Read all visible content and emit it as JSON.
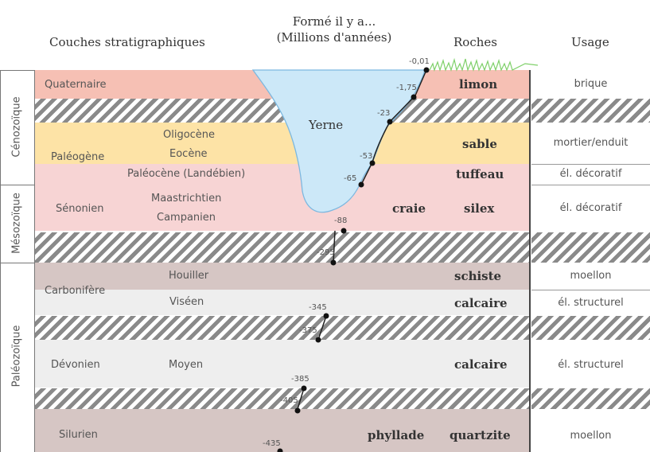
{
  "headers": {
    "layers": "Couches stratigraphiques",
    "formed_line1": "Formé il y a...",
    "formed_line2": "(Millions d'années)",
    "rocks": "Roches",
    "usage": "Usage"
  },
  "eras": {
    "cenozoic": "Cénozoïque",
    "mesozoic": "Mésozoïque",
    "paleozoic": "Paléozoïque"
  },
  "layers": {
    "quaternaire": "Quaternaire",
    "oligocene": "Oligocène",
    "paleogene": "Paléogène",
    "eocene": "Eocène",
    "paleocene": "Paléocène (Landébien)",
    "maastrichtien": "Maastrichtien",
    "senonien": "Sénonien",
    "campanien": "Campanien",
    "houiller": "Houiller",
    "carbonifere": "Carbonifère",
    "viseen": "Viséen",
    "devonien": "Dévonien",
    "moyen": "Moyen",
    "silurien": "Silurien"
  },
  "river": "Yerne",
  "rocks": {
    "limon": "limon",
    "sable": "sable",
    "tuffeau": "tuffeau",
    "craie": "craie",
    "silex": "silex",
    "schiste": "schiste",
    "calcaire1": "calcaire",
    "calcaire2": "calcaire",
    "phyllade": "phyllade",
    "quartzite": "quartzite"
  },
  "usage": {
    "brique": "brique",
    "mortier": "mortier/enduit",
    "decoratif1": "él. décoratif",
    "decoratif2": "él. décoratif",
    "moellon1": "moellon",
    "structurel1": "él. structurel",
    "structurel2": "él. structurel",
    "moellon2": "moellon"
  },
  "ages": [
    "-0,01",
    "-1,75",
    "-23",
    "-53",
    "-65",
    "-88",
    "-295",
    "-345",
    "-375",
    "-385",
    "-405",
    "-435"
  ],
  "colors": {
    "quaternaire": "#f6c0b4",
    "paleogene": "#fde3a6",
    "paleocene": "#f7d4d4",
    "senonien": "#f7d4d4",
    "houiller": "#d6c6c4",
    "viseen": "#eeeeee",
    "devonien": "#eeeeee",
    "silurien": "#d6c6c4",
    "river": "#cce8f8",
    "grass": "#7fd06a"
  }
}
